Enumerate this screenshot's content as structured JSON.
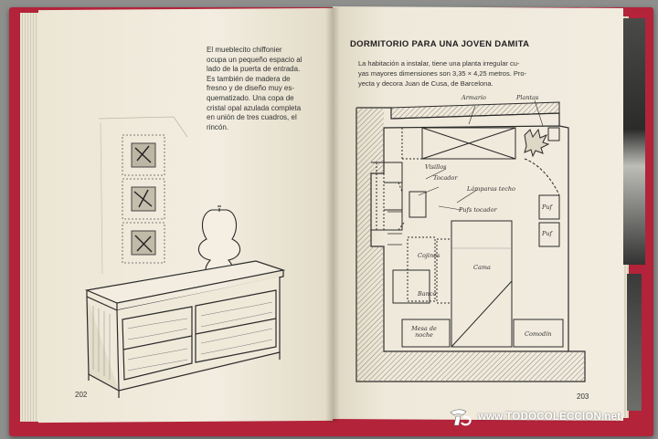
{
  "left_page": {
    "caption": [
      "El mueblecito chiffonier",
      "ocupa un pequeño espacio al",
      "lado de la puerta de entrada.",
      "Es también de madera de",
      "fresno y de diseño muy es-",
      "quematizado. Una copa de",
      "cristal opal azulada completa",
      "en unión de tres cuadros, el",
      "rincón."
    ],
    "page_number": "202"
  },
  "right_page": {
    "title": "DORMITORIO PARA UNA JOVEN DAMITA",
    "intro": [
      "La habitación a instalar, tiene una planta irregular cu-",
      "yas mayores dimensiones son 3,35 × 4,25 metros. Pro-",
      "yecta y decora Juan de Cusa, de Barcelona."
    ],
    "floor_plan_labels": {
      "armario": "Armario",
      "plantas": "Plantas",
      "visillos": "Visillos",
      "tocador": "Tocador",
      "lamparas_techo": "Lámparas techo",
      "pufs_tocador": "Pufs tocador",
      "puf_1": "Puf",
      "puf_2": "Puf",
      "cojines": "Cojines",
      "cama": "Cama",
      "banco": "Banco",
      "mesa_noche": "Mesa de noche",
      "comodin": "Comodín"
    },
    "page_number": "203"
  },
  "watermark": {
    "text": "www.TODOCOLECCION.net",
    "icon": "todocoleccion-logo-icon",
    "color": "#ffffff"
  },
  "colors": {
    "cover": "#b3233a",
    "paper": "#f1ecde",
    "ink": "#2a2a2a"
  }
}
